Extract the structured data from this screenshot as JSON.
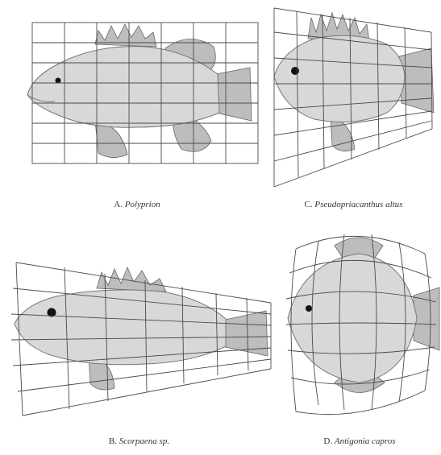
{
  "panels": [
    {
      "id": "A",
      "letter": "A.",
      "name": "Polyprion"
    },
    {
      "id": "C",
      "letter": "C.",
      "name": "Pseudopriacanthus altus"
    },
    {
      "id": "B",
      "letter": "B.",
      "name": "Scorpaena sp."
    },
    {
      "id": "D",
      "letter": "D.",
      "name": "Antigonia capros"
    }
  ]
}
